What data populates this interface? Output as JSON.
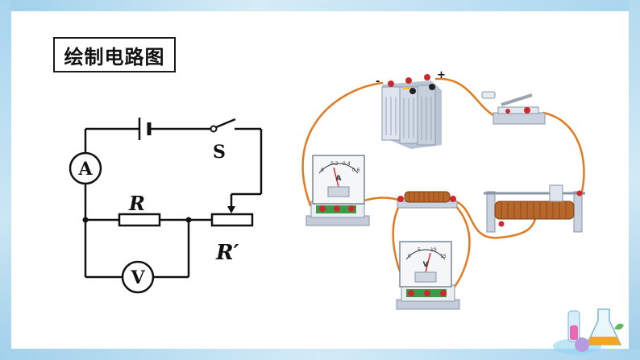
{
  "title": "绘制电路图",
  "schematic": {
    "ammeter_symbol": "A",
    "voltmeter_symbol": "V",
    "switch_label": "S",
    "resistor_label": "R",
    "rheostat_label": "R′"
  },
  "apparatus": {
    "battery_minus": "-",
    "battery_plus": "+",
    "ammeter_face_letter": "A",
    "voltmeter_face_letter": "V",
    "ammeter_scale": [
      "0",
      "0.2",
      "0.4",
      "0.6"
    ],
    "voltmeter_scale": [
      "0",
      "5",
      "10",
      "15"
    ]
  },
  "colors": {
    "wire": "#e07b22",
    "circuit_line": "#111111",
    "frame": "#a9d5ee"
  }
}
